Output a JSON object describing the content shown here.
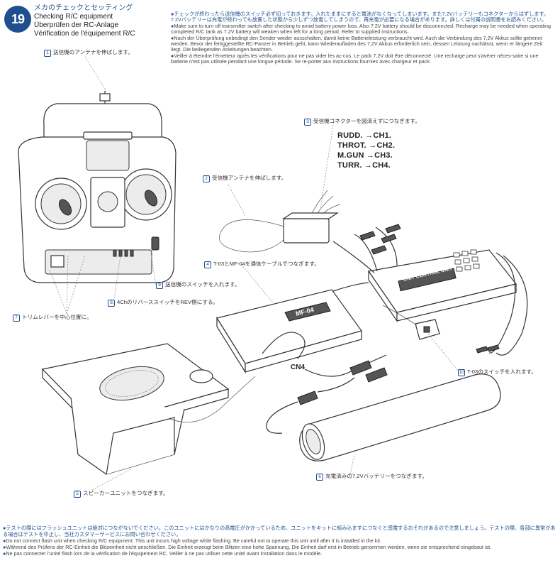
{
  "header": {
    "step_number": "19",
    "title_jp": "メカのチェックとセッティング",
    "title_en": "Checking R/C equipment",
    "title_de": "Überprüfen der RC-Anlage",
    "title_fr": "Vérification de l'équipement R/C"
  },
  "intro": {
    "jp": "チェックが終わったら送信機のスイッチ必ず切っておきます。入れたままにすると電池がなくなってしまいます。また7.2Vバッテリーもコネクターからはずします。7.2Vバッテリーは充電が終わっても放置した状態から少しずつ放電してしまうので、再充電が必要になる場合があります。詳しくは付属の説明書をお読みください。",
    "en": "Make sure to turn off transmitter switch after checking to avoid battery power loss. Also 7.2V battery should be disconnected. Recharge may be needed when operating completed R/C tank as 7.2V battery will weaken when left for a long period. Refer to supplied instructions.",
    "de": "Nach der Überprüfung unbedingt den Sender wieder ausschalten, damit keine Batterieleistung verbraucht wird. Auch die Verbindung des 7,2V Akkus sollte getrennt werden. Bevor der fertiggestellte RC-Panzer in Betrieb geht, kann Wiederaufladen des 7,2V Akkus erforderlich sein, dessen Leistung nachlässt, wenn er längere Zeit liegt. Die beiliegenden Anleitungen beachten.",
    "fr": "Veiller à éteindre l'émetteur après les vérifications pour ne pas vider les ac-cus. Le pack 7,2V doit être déconnecté. Une recharge peut s'avérer néces-saire si une batterie n'est pas utilisée pendant une longue période. Se re-porter aux instructions fournies avec chargeur et pack."
  },
  "steps": {
    "s1": {
      "num": "1",
      "text": "送信機のアンテナを伸ばします。"
    },
    "s2": {
      "num": "2",
      "text": "受信機アンテナを伸ばします。"
    },
    "s3": {
      "num": "3",
      "text": "受信機コネクターを図済えずにつなぎます。"
    },
    "s4": {
      "num": "4",
      "text": "T-03とMF-04を通信ケーブルでつなぎます。"
    },
    "s5": {
      "num": "5",
      "text": "スピーカーユニットをつなぎます。"
    },
    "s6": {
      "num": "6",
      "text": "充電済みの7.2Vバッテリーをつなぎます。"
    },
    "s7": {
      "num": "7",
      "text": "トリムレバーを中心位置に。"
    },
    "s8": {
      "num": "8",
      "text": "4ChのリバーススイッチをREV側にする。"
    },
    "s9": {
      "num": "9",
      "text": "送信機のスイッチを入れます。"
    },
    "s10": {
      "num": "10",
      "text": "T-03のスイッチを入れます。"
    }
  },
  "channels": [
    {
      "label": "RUDD.",
      "arrow": "→",
      "ch": "CH1."
    },
    {
      "label": "THROT.",
      "arrow": "→",
      "ch": "CH2."
    },
    {
      "label": "M.GUN",
      "arrow": "→",
      "ch": "CH3."
    },
    {
      "label": "TURR.",
      "arrow": "→",
      "ch": "CH4."
    }
  ],
  "labels": {
    "cn4": "CN4",
    "mf04": "MF-04",
    "control_unit": "UNIT CONTROL UNIT"
  },
  "notes": {
    "jp": "テストの際にはフラッシュユニットは絶対につながないでください。このユニットにはかなりの高電圧がかかっているため、ユニットをキットに組み込ますにつなぐと感電するおそれがあるので注意しましょう。テストの際、各部に異常がある場合はテストを中止し、当社カスタマーサービスにお問い合わせください。",
    "en": "Do not connect flash unit when checking R/C equipment. This unit incurs high voltage while flashing. Be careful not to operate this unit until after it is installed in the kit.",
    "de": "Während des Prüfens der RC-Einheit die Blitzeinheit nicht anschließen. Die Einheit erzeugt beim Blitzen eine hohe Spannung. Die Einheit darf erst in Betrieb genommen werden, wenn sie entsprechend eingebaut ist.",
    "fr": "Ne pas connecter l'unité flash lors de la vérification de l'équipement RC. Veiller à ne pas utiliser cette unité avant installation dans le modèle."
  }
}
